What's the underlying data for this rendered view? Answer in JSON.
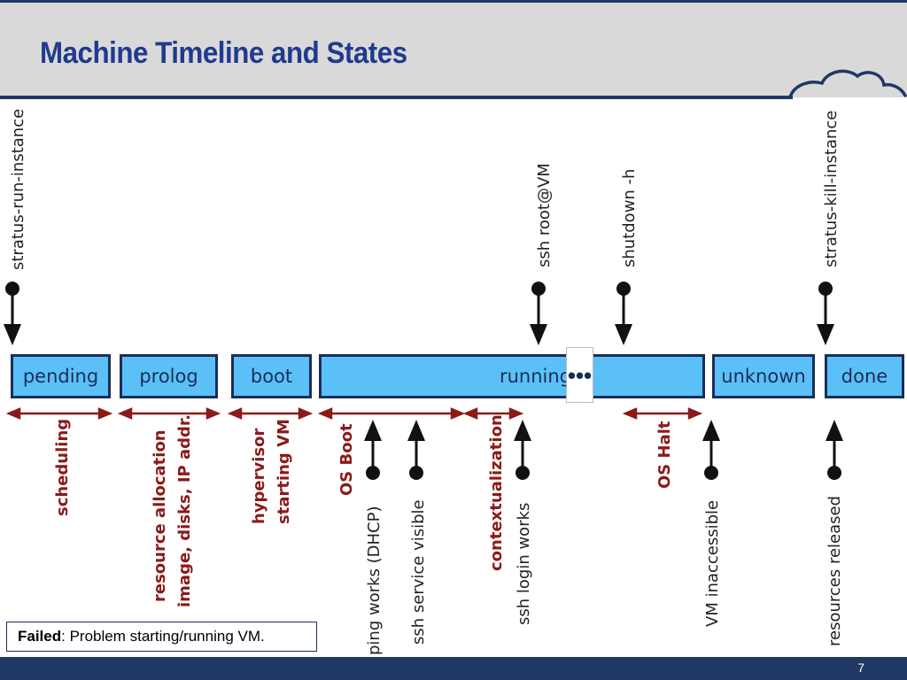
{
  "slide": {
    "title": "Machine Timeline and States",
    "page_number": "7"
  },
  "commands": [
    {
      "label": "stratus-run-instance"
    },
    {
      "label": "ssh root@VM"
    },
    {
      "label": "shutdown -h"
    },
    {
      "label": "stratus-kill-instance"
    }
  ],
  "states": [
    {
      "label": "pending"
    },
    {
      "label": "prolog"
    },
    {
      "label": "boot"
    },
    {
      "label": "running"
    },
    {
      "label": "unknown"
    },
    {
      "label": "done"
    }
  ],
  "ellipsis": "•••",
  "phases": [
    {
      "lines": [
        "scheduling"
      ]
    },
    {
      "lines": [
        "resource allocation",
        "image, disks, IP addr."
      ]
    },
    {
      "lines": [
        "hypervisor",
        "starting VM"
      ]
    },
    {
      "lines": [
        "OS Boot"
      ]
    },
    {
      "lines": [
        "contextualization"
      ]
    },
    {
      "lines": [
        "OS Halt"
      ]
    }
  ],
  "events": [
    {
      "label": "ping works (DHCP)"
    },
    {
      "label": "ssh service visible"
    },
    {
      "label": "ssh login works"
    },
    {
      "label": "VM inaccessible"
    },
    {
      "label": "resources released"
    }
  ],
  "failed_note": {
    "bold": "Failed",
    "text": ": Problem starting/running VM."
  },
  "colors": {
    "state_fill": "#5bc0f8",
    "state_border": "#1a2e55",
    "phase_color": "#8b1a1a",
    "title_color": "#1f3a8f",
    "header_bg": "#d9d9d9",
    "footer_bg": "#1f3864"
  }
}
